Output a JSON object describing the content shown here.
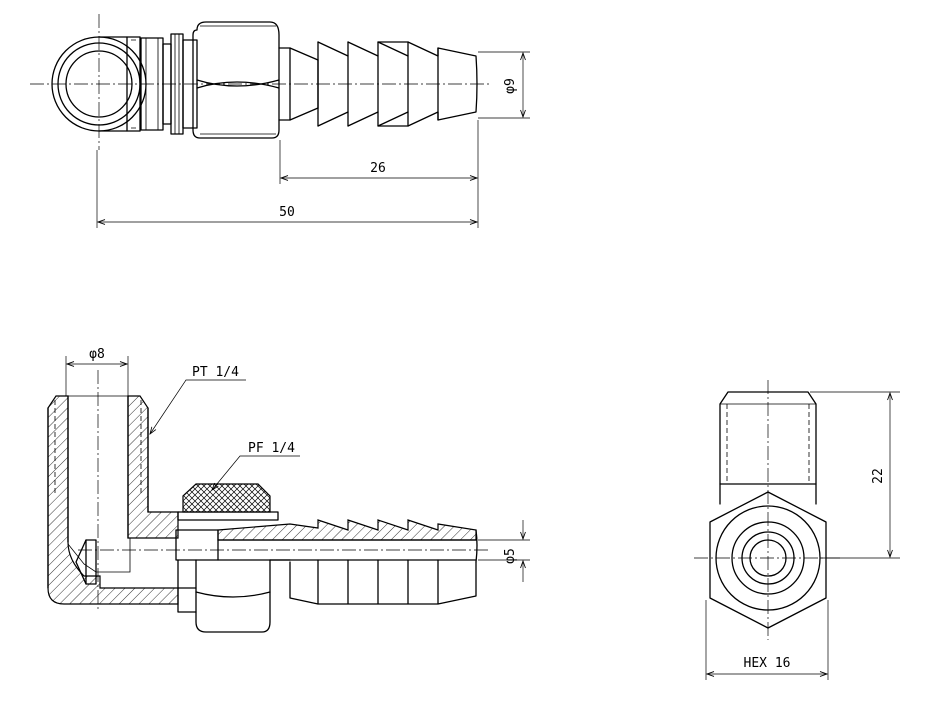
{
  "dimensions": {
    "top_view": {
      "hose_diameter": "φ9",
      "barb_length": "26",
      "overall_length": "50"
    },
    "section_view": {
      "bore_diameter": "φ8",
      "thread_male": "PT 1/4",
      "thread_nut": "PF 1/4",
      "hose_bore": "φ5"
    },
    "end_view": {
      "height": "22",
      "hex_size": "HEX 16"
    }
  }
}
